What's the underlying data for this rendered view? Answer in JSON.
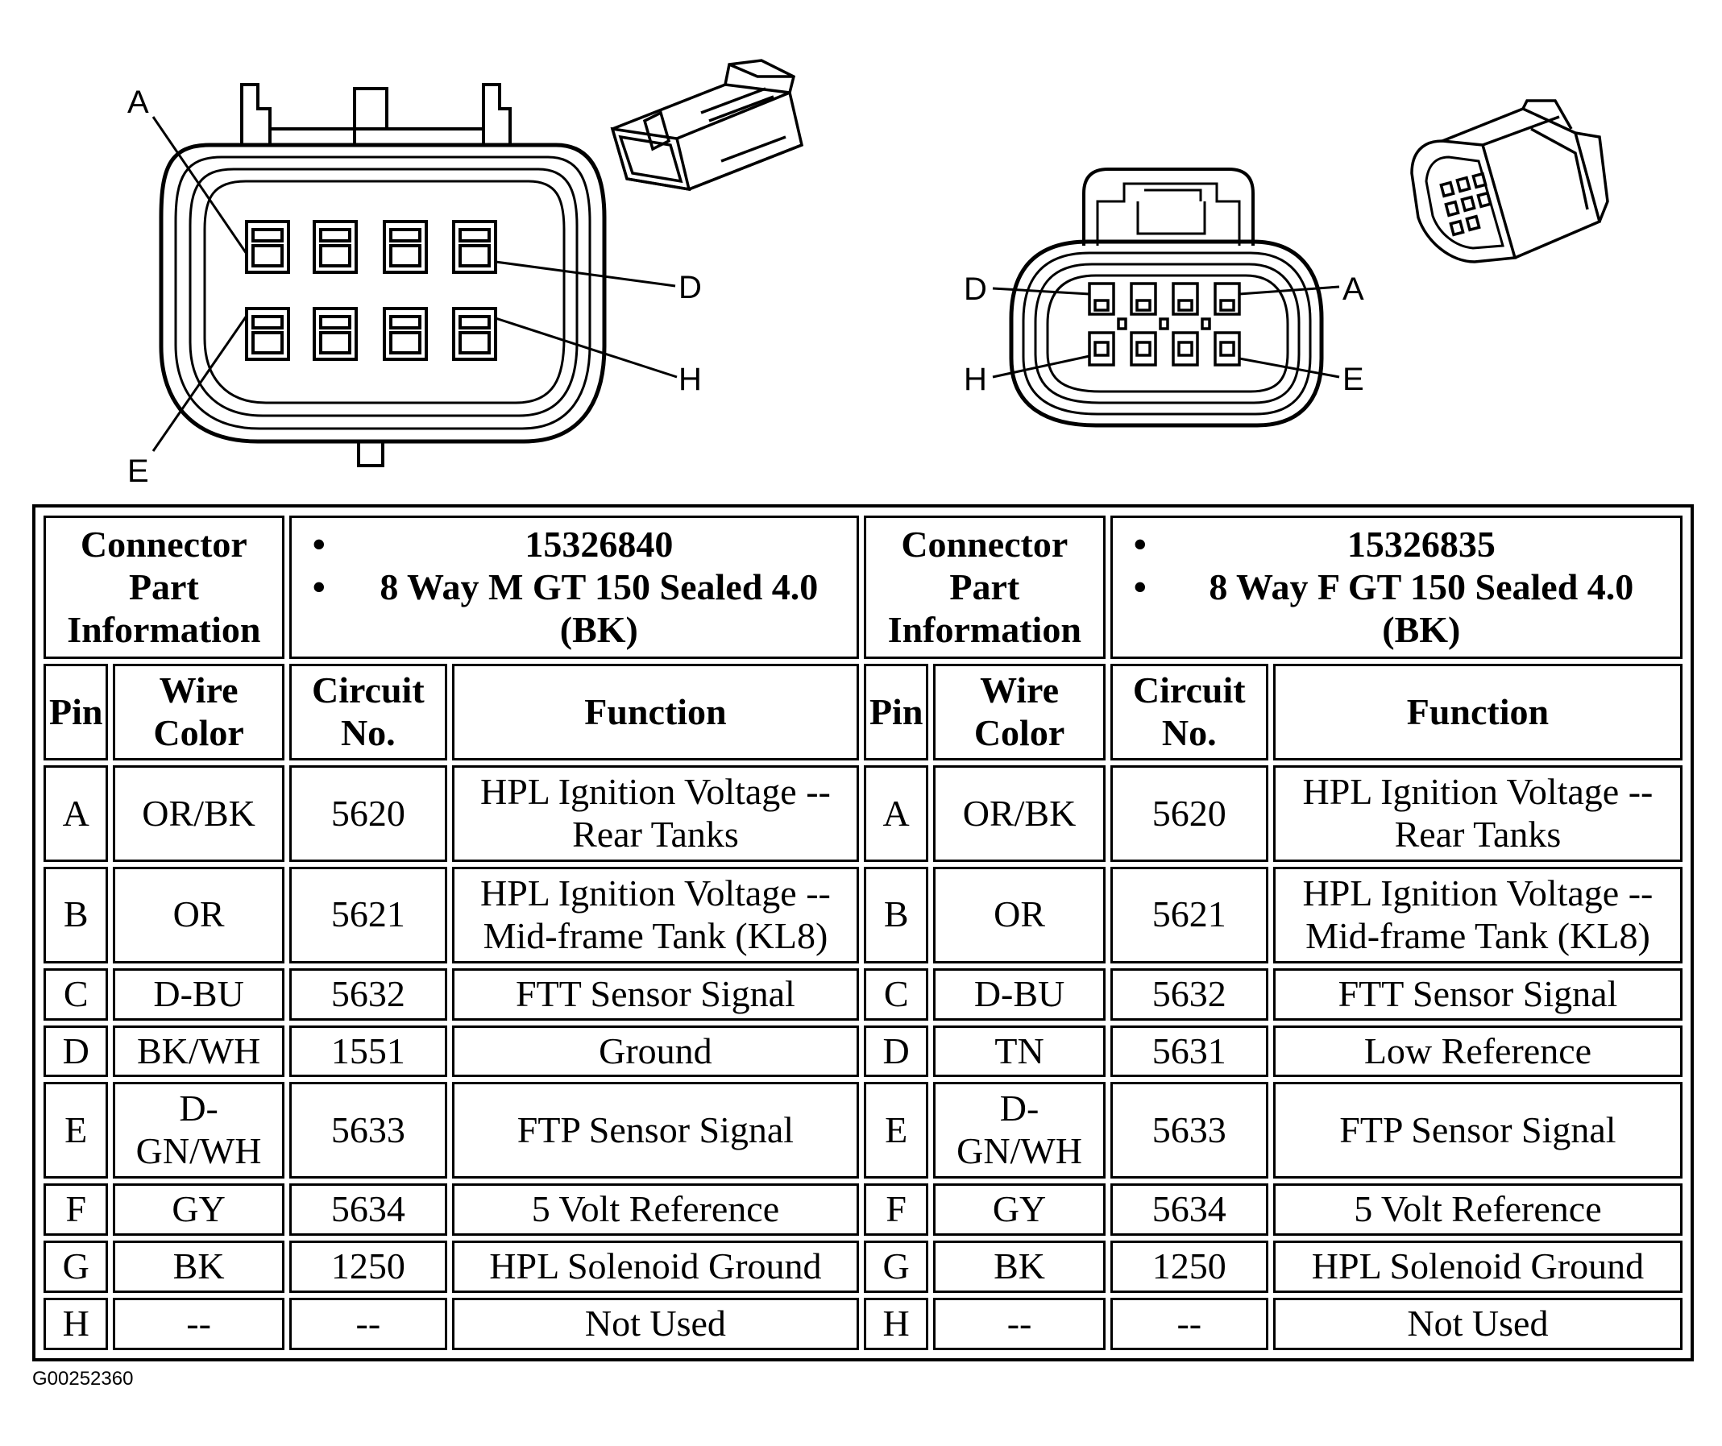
{
  "connectors": [
    {
      "part_label": "Connector Part Information",
      "part_lines": [
        "15326840",
        "8 Way M GT 150 Sealed 4.0 (BK)"
      ],
      "pin_labels": [
        "A",
        "D",
        "H",
        "E"
      ],
      "columns": [
        "Pin",
        "Wire Color",
        "Circuit No.",
        "Function"
      ],
      "rows": [
        {
          "pin": "A",
          "color": "OR/BK",
          "circuit": "5620",
          "function": "HPL Ignition Voltage -- Rear Tanks"
        },
        {
          "pin": "B",
          "color": "OR",
          "circuit": "5621",
          "function": "HPL Ignition Voltage -- Mid-frame Tank (KL8)"
        },
        {
          "pin": "C",
          "color": "D-BU",
          "circuit": "5632",
          "function": "FTT Sensor Signal"
        },
        {
          "pin": "D",
          "color": "BK/WH",
          "circuit": "1551",
          "function": "Ground"
        },
        {
          "pin": "E",
          "color": "D-GN/WH",
          "circuit": "5633",
          "function": "FTP Sensor Signal"
        },
        {
          "pin": "F",
          "color": "GY",
          "circuit": "5634",
          "function": "5 Volt Reference"
        },
        {
          "pin": "G",
          "color": "BK",
          "circuit": "1250",
          "function": "HPL Solenoid Ground"
        },
        {
          "pin": "H",
          "color": "--",
          "circuit": "--",
          "function": "Not Used"
        }
      ]
    },
    {
      "part_label": "Connector Part Information",
      "part_lines": [
        "15326835",
        "8 Way F GT 150 Sealed 4.0 (BK)"
      ],
      "pin_labels": [
        "D",
        "A",
        "H",
        "E"
      ],
      "columns": [
        "Pin",
        "Wire Color",
        "Circuit No.",
        "Function"
      ],
      "rows": [
        {
          "pin": "A",
          "color": "OR/BK",
          "circuit": "5620",
          "function": "HPL Ignition Voltage -- Rear Tanks"
        },
        {
          "pin": "B",
          "color": "OR",
          "circuit": "5621",
          "function": "HPL Ignition Voltage -- Mid-frame Tank (KL8)"
        },
        {
          "pin": "C",
          "color": "D-BU",
          "circuit": "5632",
          "function": "FTT Sensor Signal"
        },
        {
          "pin": "D",
          "color": "TN",
          "circuit": "5631",
          "function": "Low Reference"
        },
        {
          "pin": "E",
          "color": "D-GN/WH",
          "circuit": "5633",
          "function": "FTP Sensor Signal"
        },
        {
          "pin": "F",
          "color": "GY",
          "circuit": "5634",
          "function": "5 Volt Reference"
        },
        {
          "pin": "G",
          "color": "BK",
          "circuit": "1250",
          "function": "HPL Solenoid Ground"
        },
        {
          "pin": "H",
          "color": "--",
          "circuit": "--",
          "function": "Not Used"
        }
      ]
    }
  ],
  "figure_id": "G00252360"
}
